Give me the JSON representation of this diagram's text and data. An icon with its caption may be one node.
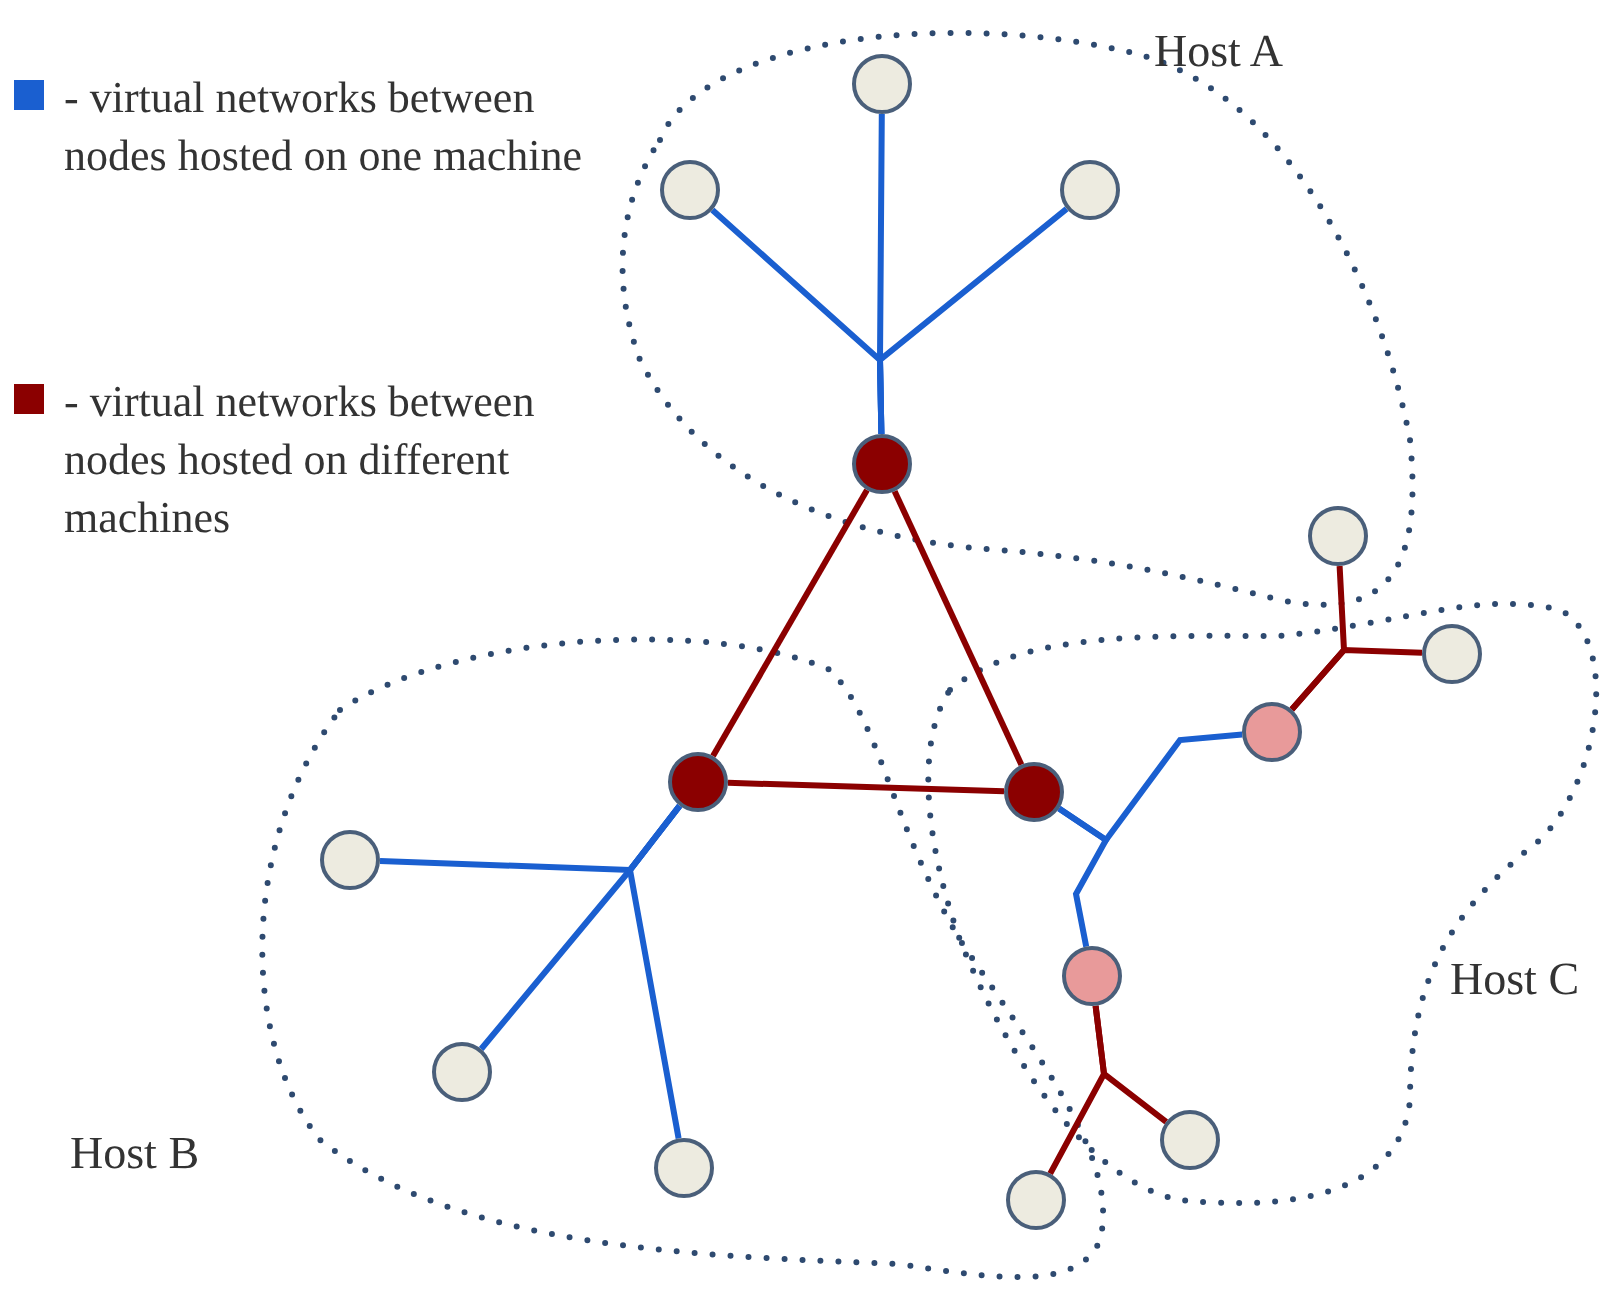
{
  "diagram": {
    "nodes": [
      {
        "text": [
          "Host A"
        ]
      },
      {
        "text": [],
        "shape": "circle",
        "in": 0
      },
      {
        "text": [],
        "shape": "circle",
        "in": 0
      },
      {
        "text": [],
        "shape": "circle",
        "in": 0
      },
      {
        "text": [],
        "shape": "circle",
        "in": 0
      },
      {
        "text": [
          "Host B"
        ]
      },
      {
        "text": [],
        "shape": "circle",
        "in": 5
      },
      {
        "text": [],
        "shape": "circle",
        "in": 5
      },
      {
        "text": [],
        "shape": "circle",
        "in": 5
      },
      {
        "text": [],
        "shape": "circle",
        "in": 5
      },
      {
        "text": [
          "Host C"
        ]
      },
      {
        "text": [],
        "shape": "circle",
        "in": 10
      },
      {
        "text": [],
        "shape": "circle",
        "in": 10
      },
      {
        "text": [],
        "shape": "circle",
        "in": 10
      },
      {
        "text": [],
        "shape": "circle",
        "in": 10
      },
      {
        "text": [],
        "shape": "circle",
        "in": 10
      },
      {
        "text": [],
        "shape": "circle",
        "in": 0
      },
      {
        "text": [],
        "shape": "circle",
        "in": 5
      }
    ],
    "edges": [
      {
        "from": 4,
        "to": 6,
        "arrow": "none",
        "color": "#8b0000"
      },
      {
        "from": 4,
        "to": 15,
        "arrow": "none",
        "color": "#8b0000"
      },
      {
        "from": 6,
        "to": 15,
        "arrow": "none",
        "color": "#8b0000"
      },
      {
        "from": 4,
        "to": 1,
        "arrow": "none"
      },
      {
        "from": 4,
        "to": 2,
        "arrow": "none"
      },
      {
        "from": 4,
        "to": 3,
        "arrow": "none"
      },
      {
        "from": 6,
        "to": 7,
        "arrow": "none"
      },
      {
        "from": 6,
        "to": 8,
        "arrow": "none"
      },
      {
        "from": 6,
        "to": 9,
        "arrow": "none"
      },
      {
        "from": 15,
        "to": 11,
        "arrow": "none"
      },
      {
        "from": 15,
        "to": 13,
        "arrow": "none"
      },
      {
        "from": 11,
        "to": 16,
        "arrow": "none",
        "color": "#8b0000"
      },
      {
        "from": 11,
        "to": 12,
        "arrow": "none",
        "color": "#8b0000"
      },
      {
        "from": 13,
        "to": 14,
        "arrow": "none",
        "color": "#8b0000"
      },
      {
        "from": 13,
        "to": 17,
        "arrow": "none",
        "color": "#8b0000"
      }
    ],
    "legend": [
      {
        "text": "- virtual networks between nodes hosted on one machine",
        "color": "#1a5fd0"
      },
      {
        "text": "- virtual networks between nodes hosted on different machines",
        "color": "#8b0000"
      }
    ]
  }
}
